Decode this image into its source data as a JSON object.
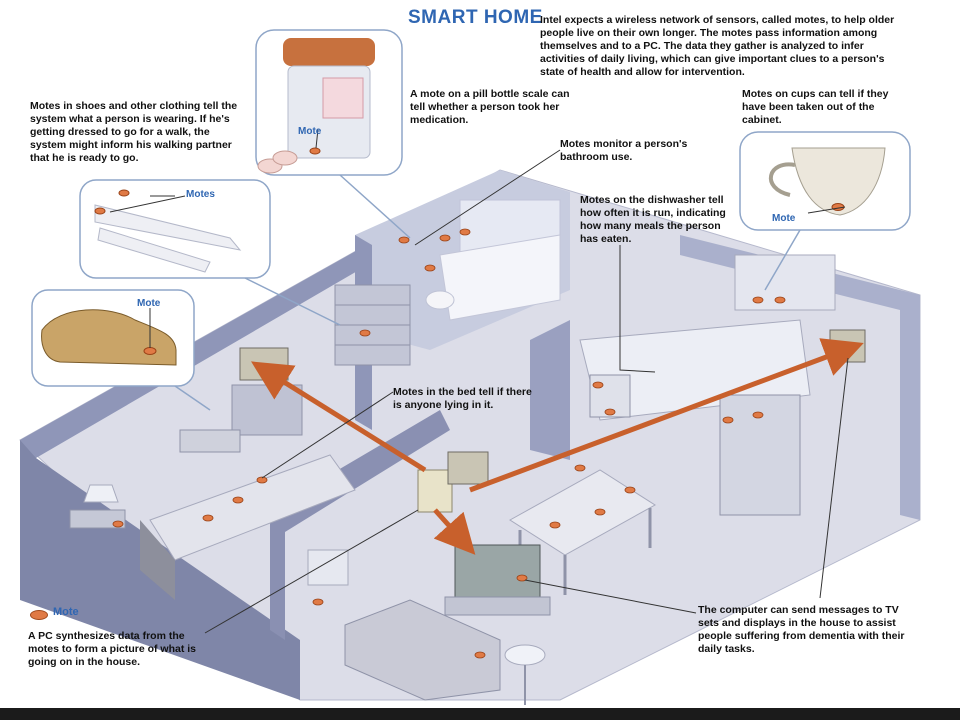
{
  "header": {
    "title": "SMART HOME",
    "intro": "Intel expects a wireless network of sensors, called motes, to help older people live on their own longer. The motes pass information among themselves and to a PC. The data they gather is analyzed to infer activities of daily living, which can give important clues to a person's  state of health and allow for intervention."
  },
  "callouts": {
    "clothing": "Motes in shoes and other clothing tell the system what a person is wearing. If he's getting dressed to go for a walk, the system might inform his walking partner that he is ready to go.",
    "pill": "A mote on a pill bottle scale can tell whether a person took her medication.",
    "cups": "Motes on cups can tell if they have been taken out of the cabinet.",
    "bathroom": "Motes monitor a person's bathroom use.",
    "dishwasher": "Motes on the dishwasher tell how often it is run, indicating how many meals the person has eaten.",
    "bed": "Motes in the bed tell if there is anyone lying in it.",
    "pc": "A PC synthesizes data from the motes to form a picture of what is going on in the house.",
    "tv": "The computer can send messages to TV sets and displays in the house to assist people suffering from dementia with their daily tasks."
  },
  "labels": {
    "pill_mote": "Mote",
    "pants_motes": "Motes",
    "shoe_mote": "Mote",
    "cup_mote": "Mote"
  },
  "legend": {
    "label": "Mote"
  },
  "colors": {
    "accent_blue": "#2f66b2",
    "mote_orange": "#e07a45",
    "arrow_orange": "#c8602c",
    "wall": "#8f96b8",
    "floor": "#dcdde8"
  }
}
